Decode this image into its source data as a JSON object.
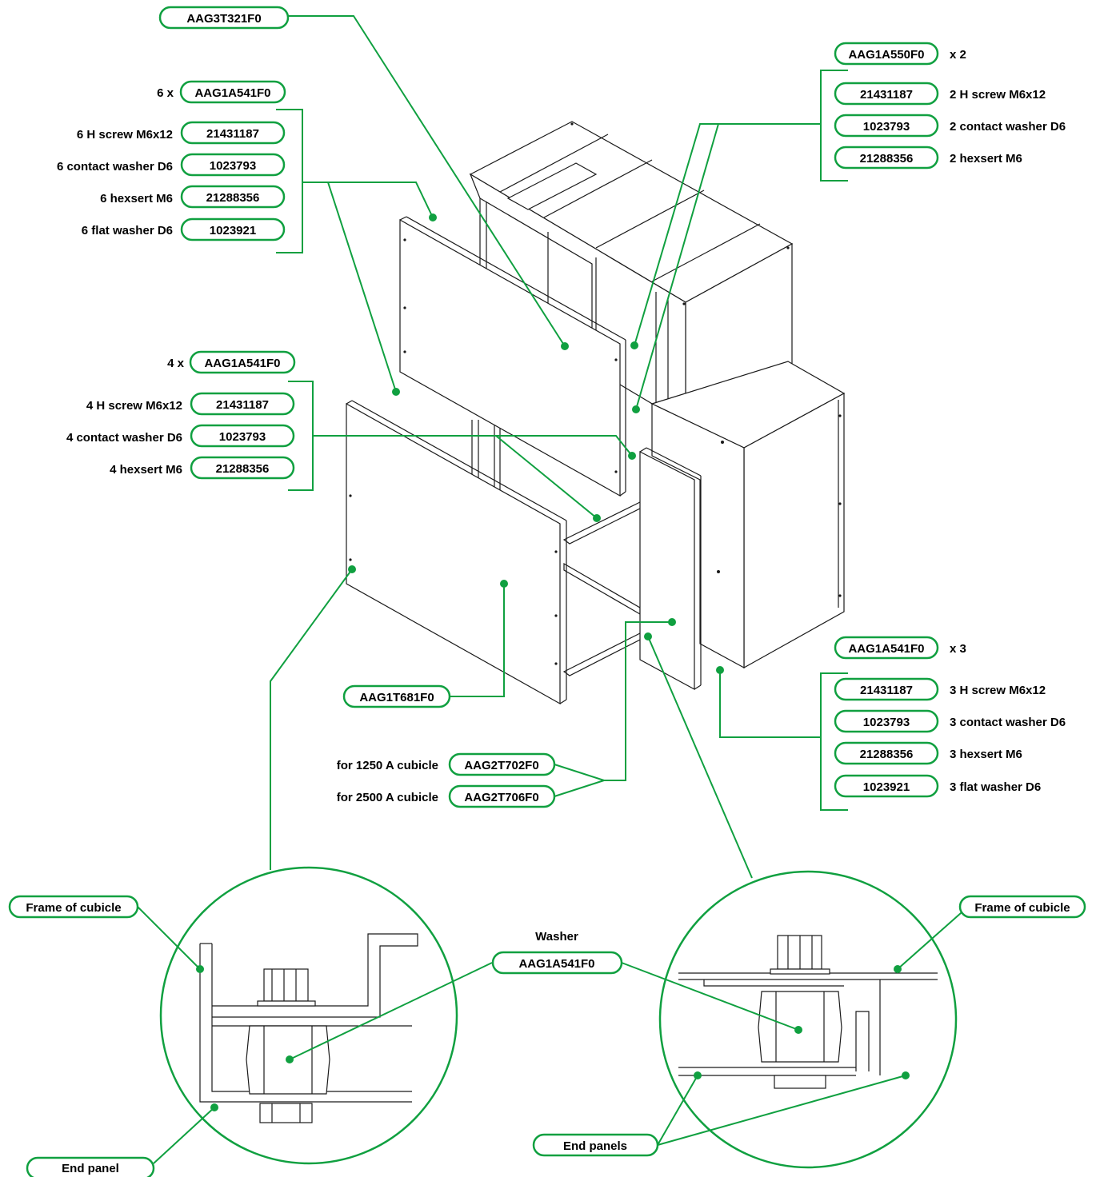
{
  "colors": {
    "accent": "#10a040",
    "line": "#1a1a1a"
  },
  "callouts": {
    "top_panel": "AAG3T321F0",
    "right_upper_header": "AAG1A550F0",
    "right_upper_qty": "x 2",
    "right_upper_items": [
      {
        "code": "21431187",
        "desc": "2 H screw M6x12"
      },
      {
        "code": "1023793",
        "desc": "2 contact washer D6"
      },
      {
        "code": "21288356",
        "desc": "2 hexsert M6"
      }
    ],
    "left_upper_qty": "6 x",
    "left_upper_header": "AAG1A541F0",
    "left_upper_items": [
      {
        "desc": "6 H screw M6x12",
        "code": "21431187"
      },
      {
        "desc": "6 contact washer D6",
        "code": "1023793"
      },
      {
        "desc": "6 hexsert M6",
        "code": "21288356"
      },
      {
        "desc": "6 flat washer D6",
        "code": "1023921"
      }
    ],
    "left_lower_qty": "4 x",
    "left_lower_header": "AAG1A541F0",
    "left_lower_items": [
      {
        "desc": "4 H screw M6x12",
        "code": "21431187"
      },
      {
        "desc": "4 contact washer D6",
        "code": "1023793"
      },
      {
        "desc": "4 hexsert M6",
        "code": "21288356"
      }
    ],
    "front_panel": "AAG1T681F0",
    "right_lower_header": "AAG1A541F0",
    "right_lower_qty": "x 3",
    "right_lower_items": [
      {
        "code": "21431187",
        "desc": "3 H screw M6x12"
      },
      {
        "code": "1023793",
        "desc": "3 contact washer D6"
      },
      {
        "code": "21288356",
        "desc": "3 hexsert M6"
      },
      {
        "code": "1023921",
        "desc": "3 flat washer D6"
      }
    ],
    "side_panel_options": [
      {
        "desc": "for 1250 A cubicle",
        "code": "AAG2T702F0"
      },
      {
        "desc": "for 2500 A cubicle",
        "code": "AAG2T706F0"
      }
    ]
  },
  "details": {
    "frame_left": "Frame of cubicle",
    "frame_right": "Frame of cubicle",
    "washer_title": "Washer",
    "washer_code": "AAG1A541F0",
    "end_panel": "End panel",
    "end_panels": "End panels"
  }
}
